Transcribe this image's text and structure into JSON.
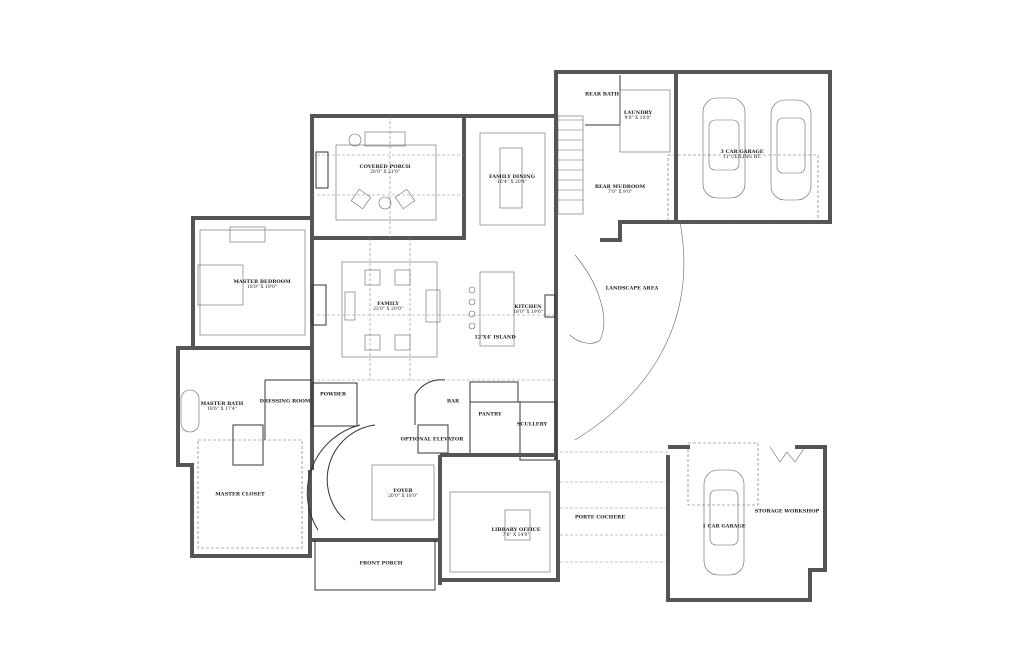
{
  "plan": {
    "rooms": [
      {
        "name": "COVERED PORCH",
        "dims": "20'0\" X 21'0\""
      },
      {
        "name": "FAMILY DINING",
        "dims": "16'4\" X 20'4\""
      },
      {
        "name": "MASTER BEDROOM",
        "dims": "18'0\" X 19'0\""
      },
      {
        "name": "FAMILY",
        "dims": "22'0\" X 20'0\""
      },
      {
        "name": "KITCHEN",
        "dims": "18'0\" X 19'6\""
      },
      {
        "name": "12'X4' ISLAND",
        "dims": ""
      },
      {
        "name": "REAR BATH",
        "dims": ""
      },
      {
        "name": "LAUNDRY",
        "dims": "9'0\" X 10'0\""
      },
      {
        "name": "REAR MUDROOM",
        "dims": "7'0\" X 9'0\""
      },
      {
        "name": "3 CAR GARAGE",
        "dims": "11' CEILING HT."
      },
      {
        "name": "LANDSCAPE AREA",
        "dims": ""
      },
      {
        "name": "MASTER BATH",
        "dims": "18'6\" X 17'4\""
      },
      {
        "name": "DRESSING ROOM",
        "dims": ""
      },
      {
        "name": "POWDER",
        "dims": ""
      },
      {
        "name": "BAR",
        "dims": ""
      },
      {
        "name": "PANTRY",
        "dims": ""
      },
      {
        "name": "SCULLERY",
        "dims": ""
      },
      {
        "name": "OPTIONAL ELEVATOR",
        "dims": ""
      },
      {
        "name": "MASTER CLOSET",
        "dims": ""
      },
      {
        "name": "FOYER",
        "dims": "20'0\" X 18'0\""
      },
      {
        "name": "LIBRARY OFFICE",
        "dims": "7'6\" X 14'0\""
      },
      {
        "name": "FRONT PORCH",
        "dims": ""
      },
      {
        "name": "PORTE COCHERE",
        "dims": ""
      },
      {
        "name": "1 CAR GARAGE",
        "dims": ""
      },
      {
        "name": "STORAGE WORKSHOP",
        "dims": ""
      }
    ]
  }
}
